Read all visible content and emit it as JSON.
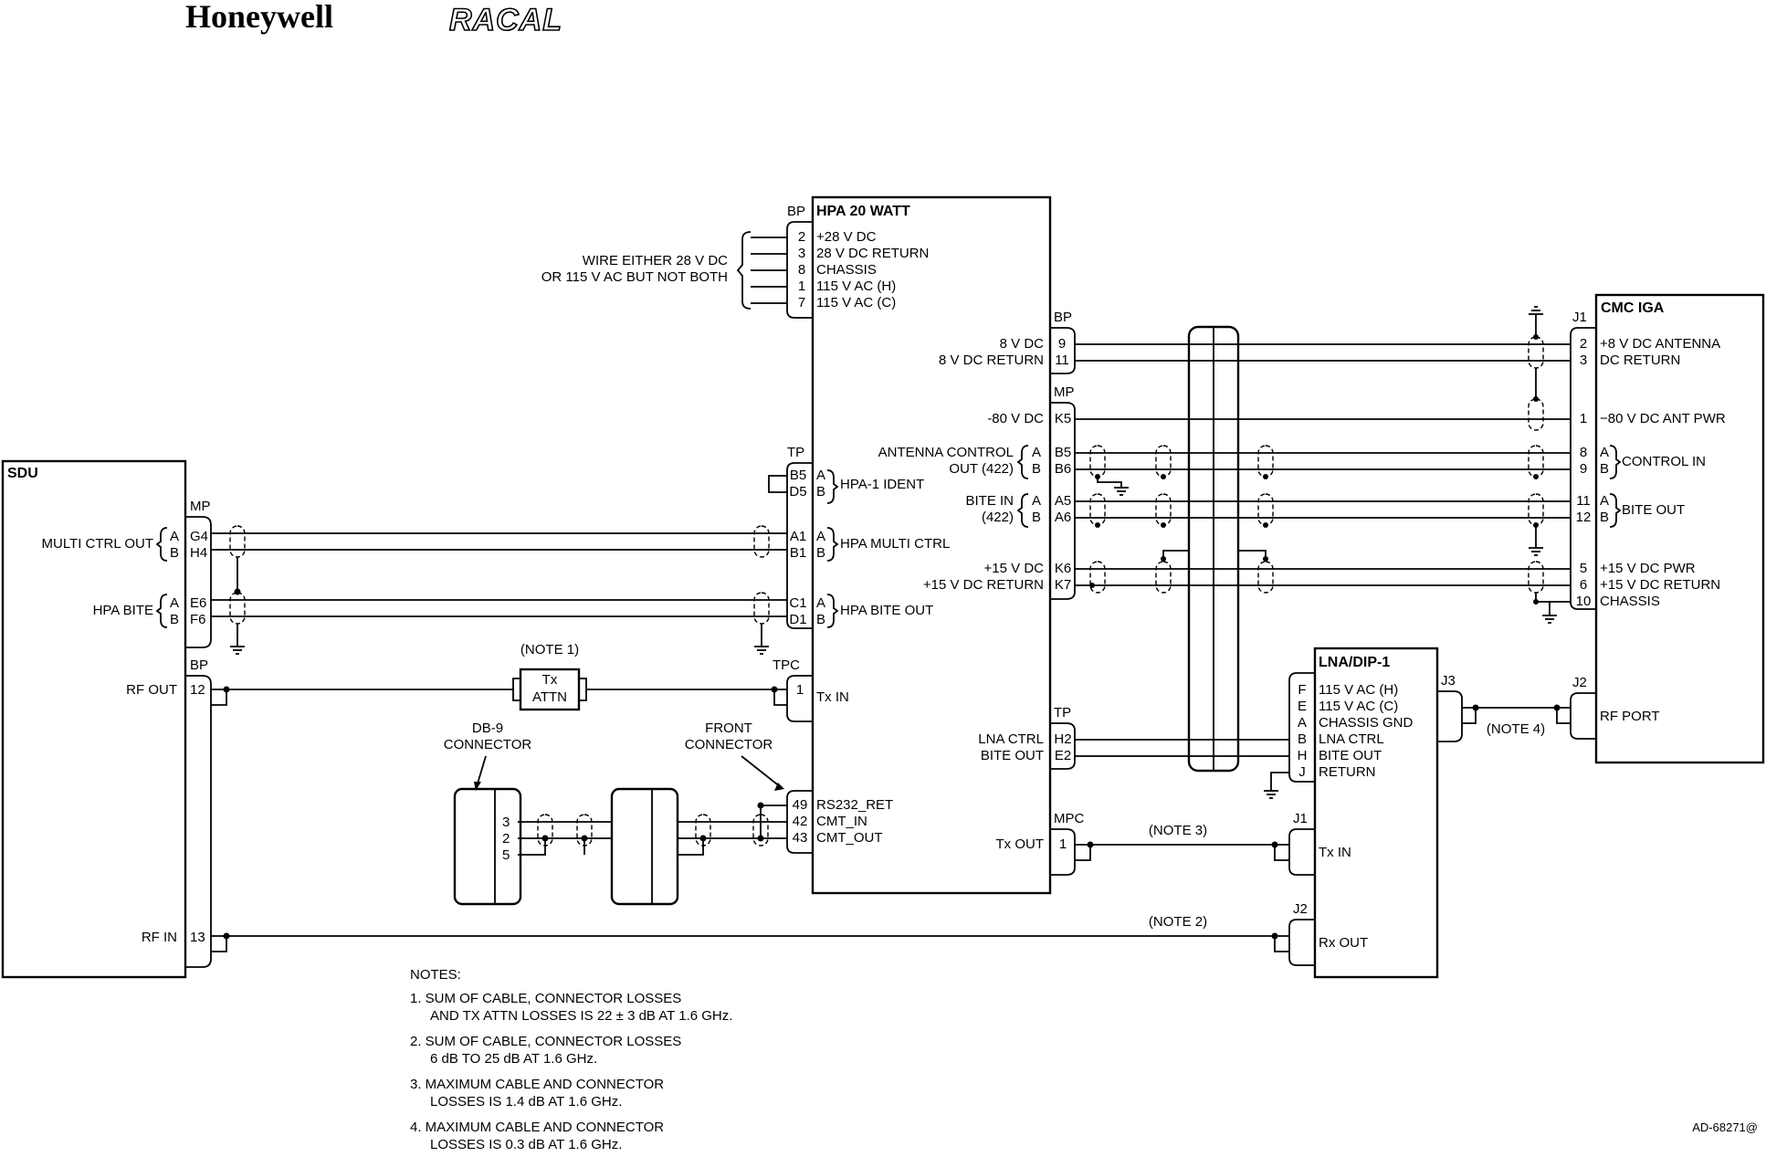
{
  "logos": {
    "left": "Honeywell",
    "right": "RACAL"
  },
  "hpa": {
    "title": "HPA 20 WATT",
    "bp_top": "BP",
    "bp_pins": [
      "2",
      "3",
      "8",
      "1",
      "7"
    ],
    "bp_labels": [
      "+28 V DC",
      "28 V DC RETURN",
      "CHASSIS",
      "115 V AC (H)",
      "115 V AC (C)"
    ],
    "wire_note_1": "WIRE EITHER 28 V DC",
    "wire_note_2": "OR 115 V AC BUT NOT BOTH",
    "bp_right": "BP",
    "dc_pins": [
      "9",
      "11"
    ],
    "dc_labels": [
      "8 V DC",
      "8 V DC RETURN"
    ],
    "mp": "MP",
    "mp_pins": [
      "K5",
      "B5",
      "B6",
      "A5",
      "A6",
      "K6",
      "K7"
    ],
    "minus80": "-80 V DC",
    "ant_ctrl_1": "ANTENNA CONTROL",
    "ant_ctrl_2": "OUT (422)",
    "bite_in_1": "BITE IN",
    "bite_in_2": "(422)",
    "plus15": "+15 V DC",
    "plus15ret": "+15 V DC RETURN",
    "ab": [
      "A",
      "B"
    ],
    "tp_left": "TP",
    "tp_pins": [
      "B5",
      "D5",
      "A1",
      "B1",
      "C1",
      "D1"
    ],
    "ident": "HPA-1 IDENT",
    "multi": "HPA MULTI CTRL",
    "biteout": "HPA BITE OUT",
    "tpc": "TPC",
    "tpc_pin": "1",
    "txin": "Tx IN",
    "front_pins": [
      "49",
      "42",
      "43"
    ],
    "front_labels": [
      "RS232_RET",
      "CMT_IN",
      "CMT_OUT"
    ],
    "tp_right": "TP",
    "tp_right_pins": [
      "H2",
      "E2"
    ],
    "lna_ctrl": "LNA CTRL",
    "bite_out": "BITE OUT",
    "mpc": "MPC",
    "mpc_pin": "1",
    "txout": "Tx OUT"
  },
  "sdu": {
    "title": "SDU",
    "mp": "MP",
    "mp_pins": [
      "G4",
      "H4",
      "E6",
      "F6"
    ],
    "multi": "MULTI CTRL OUT",
    "bite": "HPA BITE",
    "bp": "BP",
    "rfout": "RF OUT",
    "rfout_pin": "12",
    "rfin": "RF IN",
    "rfin_pin": "13"
  },
  "cmc": {
    "title": "CMC IGA",
    "j1": "J1",
    "pins": [
      "2",
      "3",
      "1",
      "8",
      "9",
      "11",
      "12",
      "5",
      "6",
      "10"
    ],
    "labels_dc": [
      "+8 V DC ANTENNA",
      "DC RETURN"
    ],
    "minus80": "−80 V DC ANT PWR",
    "control_in": "CONTROL IN",
    "bite_out": "BITE OUT",
    "pwr": [
      "+15 V DC PWR",
      "+15 V DC RETURN",
      "CHASSIS"
    ],
    "j2": "J2",
    "rfport": "RF PORT"
  },
  "lna": {
    "title": "LNA/DIP-1",
    "pins": [
      "F",
      "E",
      "A",
      "B",
      "H",
      "J"
    ],
    "labels": [
      "115 V AC (H)",
      "115 V AC (C)",
      "CHASSIS GND",
      "LNA CTRL",
      "BITE OUT",
      "RETURN"
    ],
    "j3": "J3",
    "j1": "J1",
    "txin": "Tx IN",
    "j2": "J2",
    "rxout": "Rx OUT"
  },
  "misc": {
    "note1": "(NOTE 1)",
    "tx_attn_1": "Tx",
    "tx_attn_2": "ATTN",
    "note2": "(NOTE 2)",
    "note3": "(NOTE 3)",
    "note4": "(NOTE 4)",
    "db9_1": "DB-9",
    "db9_2": "CONNECTOR",
    "db9_pins": [
      "3",
      "2",
      "5"
    ],
    "front_1": "FRONT",
    "front_2": "CONNECTOR",
    "doc_id": "AD-68271@"
  },
  "notes": {
    "header": "NOTES:",
    "n1a": "1.  SUM OF CABLE, CONNECTOR LOSSES",
    "n1b": "AND TX ATTN LOSSES IS 22 ± 3 dB AT 1.6 GHz.",
    "n2a": "2.  SUM OF CABLE, CONNECTOR LOSSES",
    "n2b": "6 dB TO 25 dB AT 1.6 GHz.",
    "n3a": "3.  MAXIMUM CABLE AND CONNECTOR",
    "n3b": "LOSSES IS 1.4 dB AT 1.6 GHz.",
    "n4a": "4.  MAXIMUM CABLE AND CONNECTOR",
    "n4b": "LOSSES IS 0.3 dB AT 1.6 GHz."
  }
}
